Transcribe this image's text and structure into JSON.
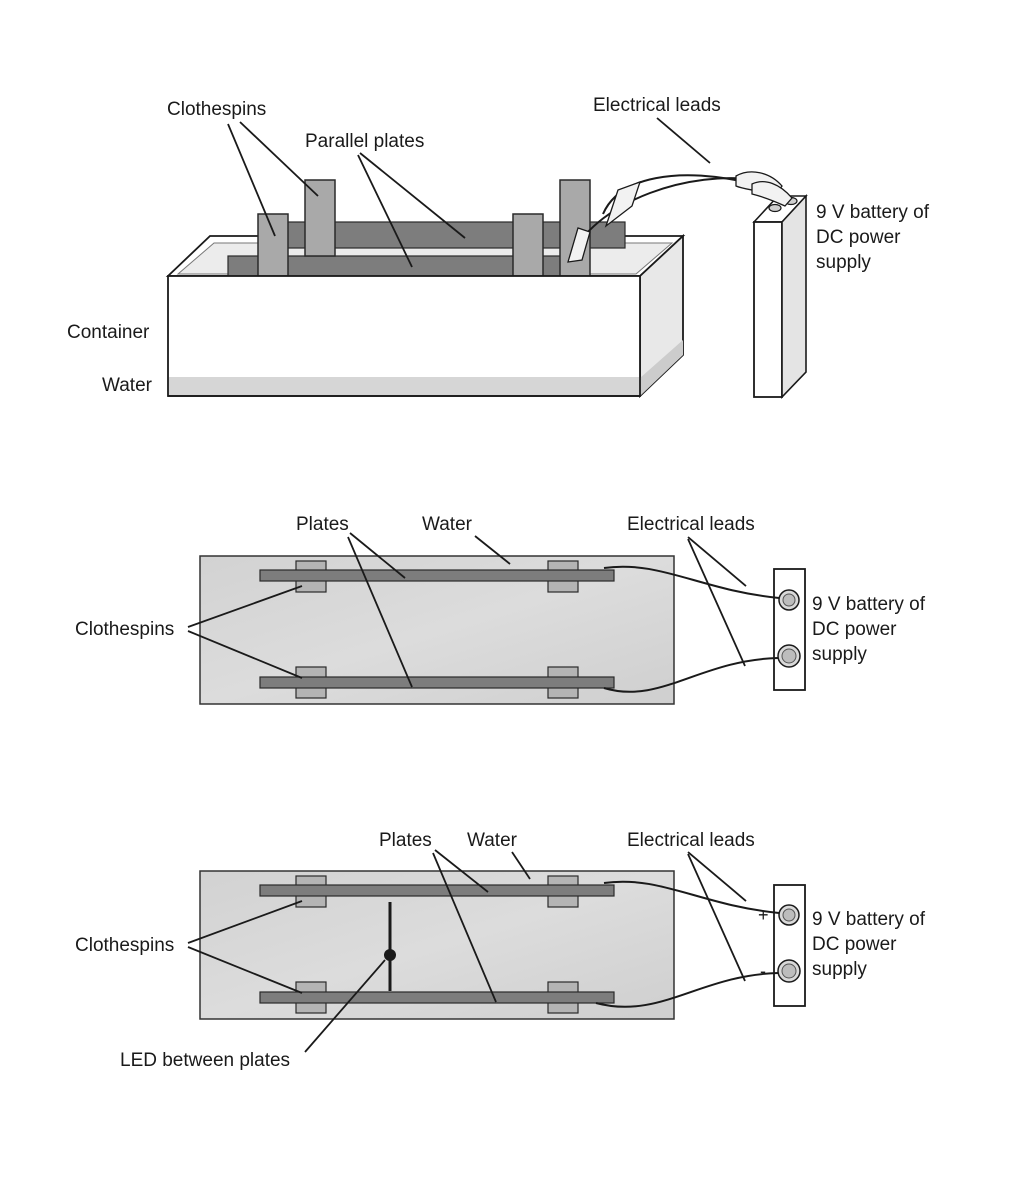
{
  "diagram1": {
    "clothespins": "Clothespins",
    "parallel_plates": "Parallel plates",
    "electrical_leads": "Electrical leads",
    "container": "Container",
    "water": "Water",
    "battery_line1": "9 V battery of",
    "battery_line2": "DC power",
    "battery_line3": "supply"
  },
  "diagram2": {
    "plates": "Plates",
    "water": "Water",
    "electrical_leads": "Electrical leads",
    "clothespins": "Clothespins",
    "battery_line1": "9 V battery of",
    "battery_line2": "DC power",
    "battery_line3": "supply"
  },
  "diagram3": {
    "plates": "Plates",
    "water": "Water",
    "electrical_leads": "Electrical leads",
    "clothespins": "Clothespins",
    "led": "LED between plates",
    "plus": "+",
    "minus": "-",
    "battery_line1": "9 V battery of",
    "battery_line2": "DC power",
    "battery_line3": "supply"
  }
}
